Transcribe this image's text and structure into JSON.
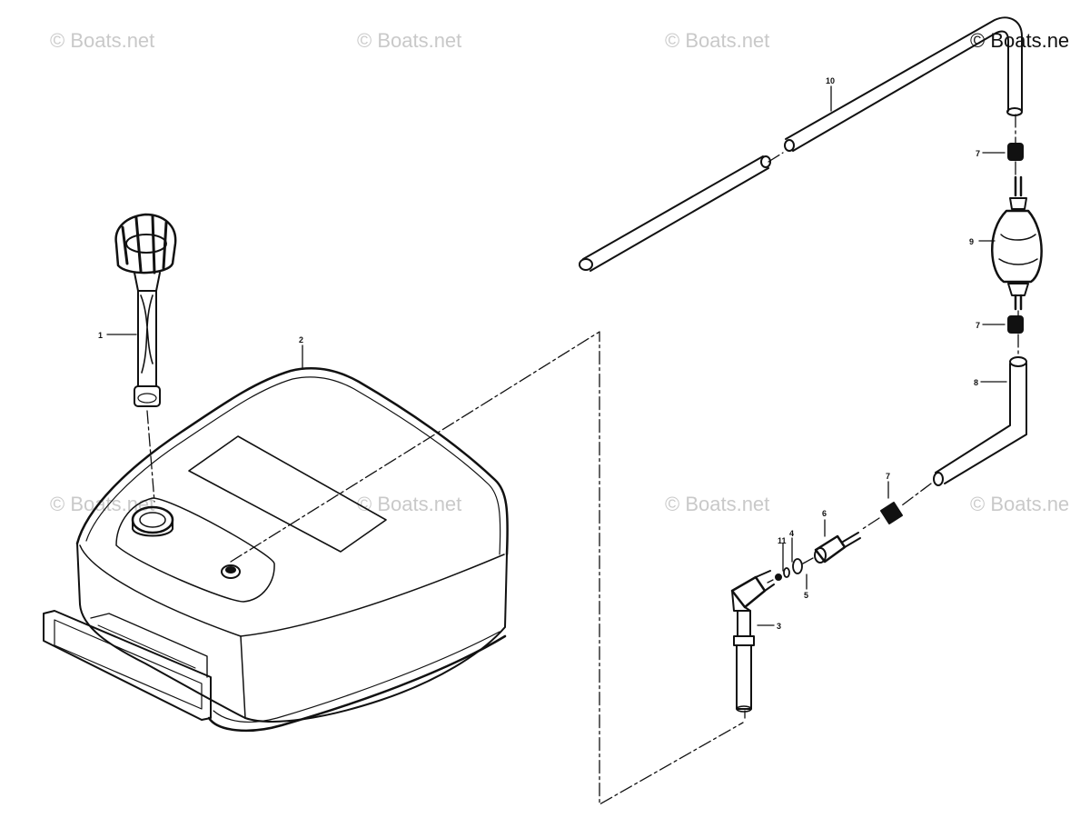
{
  "watermark": {
    "text": "© Boats.net",
    "text_cut": "© Boats.ne"
  },
  "callouts": {
    "tank_cap_gauge": "1",
    "fuel_tank": "2",
    "fuel_pickup": "3",
    "o_ring_4": "4",
    "gasket_5": "5",
    "connector": "6",
    "clamp_upper": "7",
    "clamp_middle": "7",
    "clamp_lower": "7",
    "hose_bent": "8",
    "primer_bulb": "9",
    "hose_long": "10",
    "o_ring_11": "11"
  },
  "colors": {
    "line": "#111111",
    "watermark": "#c9c9c9"
  }
}
